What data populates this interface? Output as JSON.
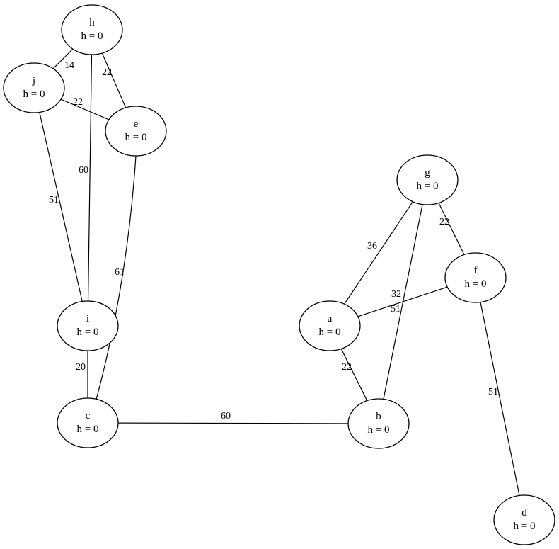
{
  "nodes": [
    {
      "id": "h",
      "label": "h",
      "h_text": "h = 0"
    },
    {
      "id": "j",
      "label": "j",
      "h_text": "h = 0"
    },
    {
      "id": "e",
      "label": "e",
      "h_text": "h = 0"
    },
    {
      "id": "i",
      "label": "i",
      "h_text": "h = 0"
    },
    {
      "id": "c",
      "label": "c",
      "h_text": "h = 0"
    },
    {
      "id": "g",
      "label": "g",
      "h_text": "h = 0"
    },
    {
      "id": "f",
      "label": "f",
      "h_text": "h = 0"
    },
    {
      "id": "a",
      "label": "a",
      "h_text": "h = 0"
    },
    {
      "id": "b",
      "label": "b",
      "h_text": "h = 0"
    },
    {
      "id": "d",
      "label": "d",
      "h_text": "h = 0"
    }
  ],
  "edges": [
    {
      "from": "h",
      "to": "j",
      "weight": "14"
    },
    {
      "from": "h",
      "to": "e",
      "weight": "22"
    },
    {
      "from": "j",
      "to": "e",
      "weight": "22"
    },
    {
      "from": "h",
      "to": "i",
      "weight": "60"
    },
    {
      "from": "j",
      "to": "i",
      "weight": "51"
    },
    {
      "from": "e",
      "to": "c",
      "weight": "61"
    },
    {
      "from": "i",
      "to": "c",
      "weight": "20"
    },
    {
      "from": "c",
      "to": "b",
      "weight": "60"
    },
    {
      "from": "g",
      "to": "a",
      "weight": "36"
    },
    {
      "from": "g",
      "to": "f",
      "weight": "22"
    },
    {
      "from": "g",
      "to": "b",
      "weight": "51"
    },
    {
      "from": "a",
      "to": "f",
      "weight": "32"
    },
    {
      "from": "a",
      "to": "b",
      "weight": "22"
    },
    {
      "from": "f",
      "to": "d",
      "weight": "51"
    }
  ]
}
